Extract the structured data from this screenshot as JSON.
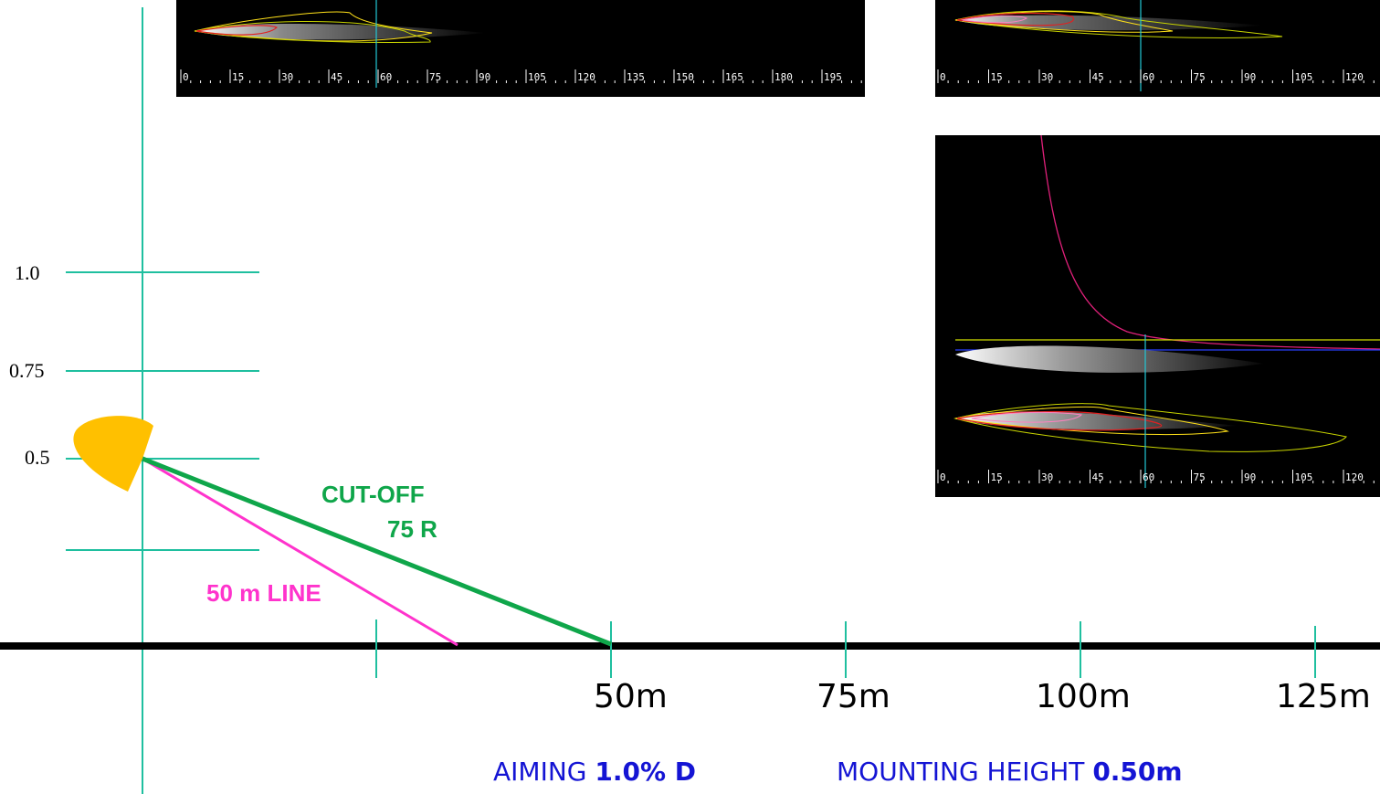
{
  "y_axis": {
    "ticks": [
      "1.0",
      "0.75",
      "0.5"
    ]
  },
  "x_axis": {
    "ticks": [
      "50m",
      "75m",
      "100m",
      "125m"
    ]
  },
  "annotations": {
    "cutoff_line1": "CUT-OFF",
    "cutoff_line2": "75 R",
    "line_50m": "50 m LINE"
  },
  "captions": {
    "aiming_label": "AIMING ",
    "aiming_value": "1.0% D",
    "mounting_label": "MOUNTING HEIGHT ",
    "mounting_value": "0.50m"
  },
  "beam_plots": {
    "top_left_ticks": [
      "0",
      "15",
      "30",
      "45",
      "60",
      "75",
      "90",
      "105",
      "120",
      "135",
      "150",
      "165",
      "180",
      "195"
    ],
    "right_ticks": [
      "0",
      "15",
      "30",
      "45",
      "60",
      "75",
      "90",
      "105",
      "120"
    ]
  },
  "colors": {
    "axis_teal": "#1fbf9f",
    "cutoff_green": "#0fa64a",
    "line50_magenta": "#ff33cc",
    "lamp_orange": "#ffc000",
    "caption_blue": "#1414d4"
  }
}
